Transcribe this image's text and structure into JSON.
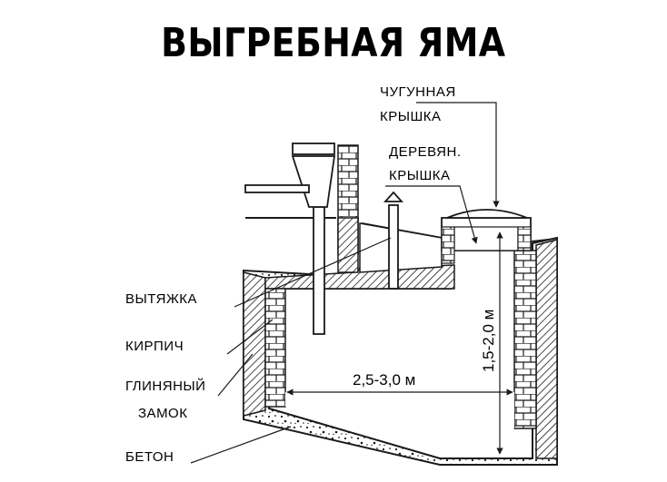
{
  "title": "ВЫГРЕБНАЯ ЯМА",
  "labels": {
    "cast_iron_lid_1": "ЧУГУННАЯ",
    "cast_iron_lid_2": "КРЫШКА",
    "wooden_lid_1": "ДЕРЕВЯН.",
    "wooden_lid_2": "КРЫШКА",
    "vent": "ВЫТЯЖКА",
    "brick": "КИРПИЧ",
    "clay_1": "ГЛИНЯНЫЙ",
    "clay_2": "ЗАМОК",
    "concrete": "БЕТОН"
  },
  "dimensions": {
    "width": "2,5-3,0 м",
    "depth": "1,5-2,0 м"
  },
  "colors": {
    "line": "#1a1a1a",
    "fill": "#ffffff",
    "brick_fill": "#ffffff"
  }
}
